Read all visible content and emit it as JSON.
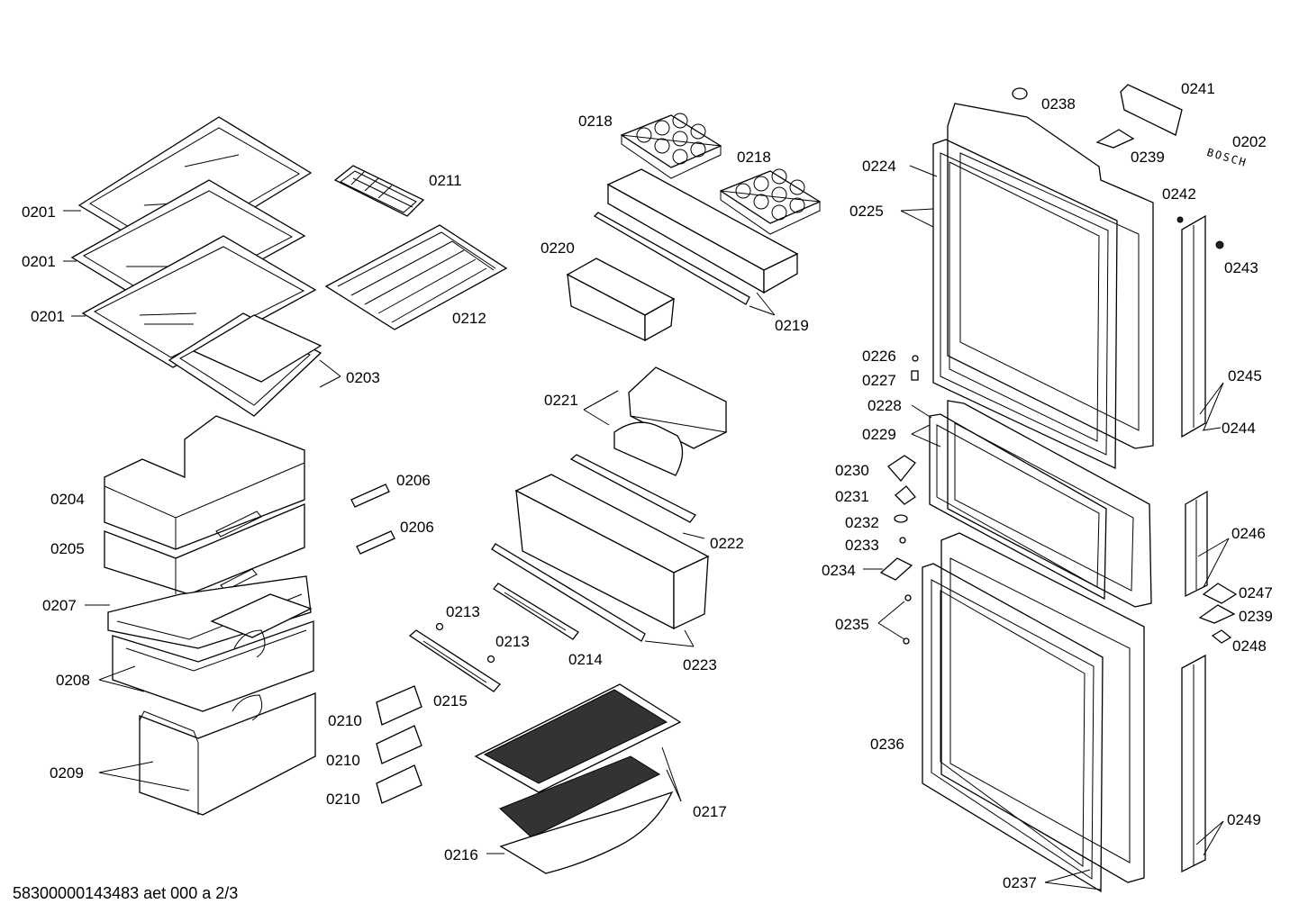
{
  "footer": {
    "document_code": "58300000143483 aet 000 a 2/3"
  },
  "brand_text": "BOSCH",
  "part_labels": [
    "0201",
    "0201",
    "0201",
    "0203",
    "0204",
    "0205",
    "0206",
    "0206",
    "0207",
    "0208",
    "0209",
    "0210",
    "0210",
    "0210",
    "0211",
    "0212",
    "0213",
    "0213",
    "0214",
    "0215",
    "0216",
    "0217",
    "0218",
    "0218",
    "0219",
    "0220",
    "0221",
    "0222",
    "0223",
    "0224",
    "0225",
    "0226",
    "0227",
    "0228",
    "0229",
    "0230",
    "0231",
    "0232",
    "0233",
    "0234",
    "0235",
    "0236",
    "0237",
    "0238",
    "0239",
    "0239",
    "0241",
    "0202",
    "0242",
    "0243",
    "0245",
    "0244",
    "0246",
    "0247",
    "0248",
    "0249"
  ]
}
